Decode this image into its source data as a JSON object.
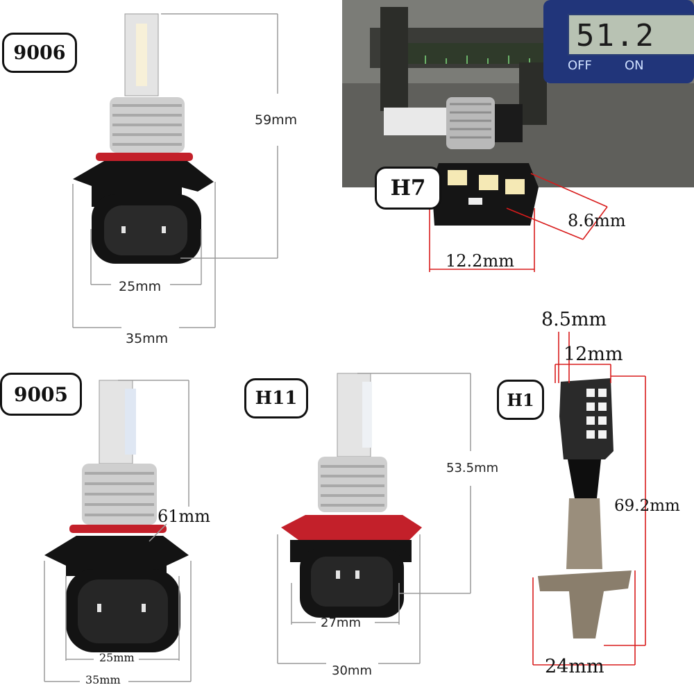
{
  "labels": {
    "b9006": "9006",
    "b9005": "9005",
    "bH11": "H11",
    "bH1": "H1",
    "bH7": "H7"
  },
  "dims": {
    "d9006_height": "59mm",
    "d9006_inner": "25mm",
    "d9006_outer": "35mm",
    "dH7_depth": "8.6mm",
    "dH7_width": "12.2mm",
    "dH1_top": "8.5mm",
    "dH1_mid": "12mm",
    "dH1_height": "69.2mm",
    "dH1_base": "24mm",
    "d9005_height": "61mm",
    "d9005_inner": "25mm",
    "d9005_outer": "35mm",
    "dH11_height": "53.5mm",
    "dH11_inner": "27mm",
    "dH11_outer": "30mm"
  },
  "caliper": {
    "reading": "51.2",
    "off": "OFF",
    "on": "ON"
  },
  "colors": {
    "red_line": "#d81b1b",
    "gray_line": "#9a9a9a",
    "badge_border": "#111111",
    "bulb_body": "#111111",
    "oring_red": "#c3202a",
    "aluminum": "#cfcfcf"
  }
}
